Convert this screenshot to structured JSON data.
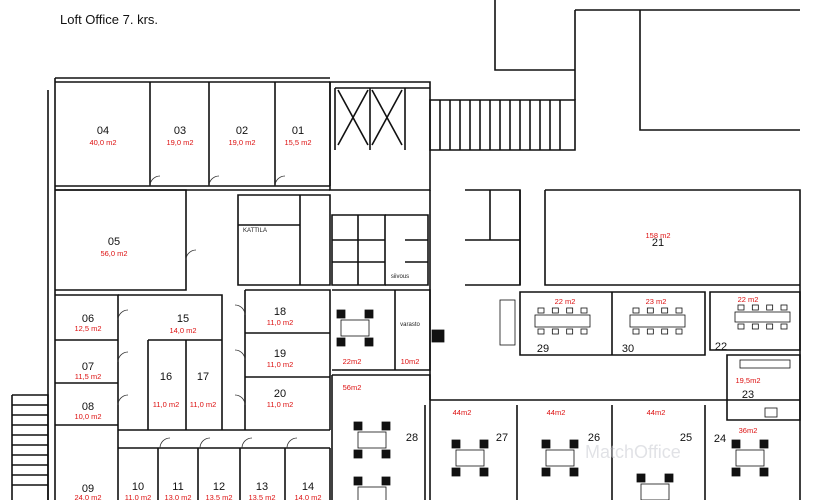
{
  "plan": {
    "title": "Loft Office 7. krs.",
    "watermark": "MatchOffice",
    "colors": {
      "wall": "#111111",
      "area": "#dd1111",
      "paper": "#ffffff"
    },
    "labels": {
      "kattila": "KATTILA",
      "siivous": "siivous",
      "varasto": "varasto"
    },
    "rooms": [
      {
        "id": "r04",
        "number": "04",
        "area": "40,0 m2"
      },
      {
        "id": "r03",
        "number": "03",
        "area": "19,0 m2"
      },
      {
        "id": "r02",
        "number": "02",
        "area": "19,0 m2"
      },
      {
        "id": "r01",
        "number": "01",
        "area": "15,5 m2"
      },
      {
        "id": "r05",
        "number": "05",
        "area": "56,0 m2"
      },
      {
        "id": "r06",
        "number": "06",
        "area": "12,5 m2"
      },
      {
        "id": "r07",
        "number": "07",
        "area": "11,5 m2"
      },
      {
        "id": "r08",
        "number": "08",
        "area": "10,0 m2"
      },
      {
        "id": "r09",
        "number": "09",
        "area": "24,0 m2"
      },
      {
        "id": "r10",
        "number": "10",
        "area": "11,0 m2"
      },
      {
        "id": "r11",
        "number": "11",
        "area": "13,0 m2"
      },
      {
        "id": "r12",
        "number": "12",
        "area": "13,5 m2"
      },
      {
        "id": "r13",
        "number": "13",
        "area": "13,5 m2"
      },
      {
        "id": "r14",
        "number": "14",
        "area": "14,0 m2"
      },
      {
        "id": "r15",
        "number": "15",
        "area": "14,0 m2"
      },
      {
        "id": "r16",
        "number": "16",
        "area": "11,0 m2"
      },
      {
        "id": "r17",
        "number": "17",
        "area": "11,0 m2"
      },
      {
        "id": "r18",
        "number": "18",
        "area": "11,0 m2"
      },
      {
        "id": "r19",
        "number": "19",
        "area": "11,0 m2"
      },
      {
        "id": "r20",
        "number": "20",
        "area": "11,0 m2"
      },
      {
        "id": "r21",
        "number": "21",
        "area": "158 m2"
      },
      {
        "id": "r22",
        "number": "22",
        "area": "22 m2"
      },
      {
        "id": "r23",
        "number": "23",
        "area": "19,5m2"
      },
      {
        "id": "r24",
        "number": "24",
        "area": "36m2"
      },
      {
        "id": "r25",
        "number": "25",
        "area": "44m2"
      },
      {
        "id": "r26",
        "number": "26",
        "area": "44m2"
      },
      {
        "id": "r27",
        "number": "27",
        "area": "44m2"
      },
      {
        "id": "r28",
        "number": "28",
        "area": "56m2"
      },
      {
        "id": "r29",
        "number": "29",
        "area": "22 m2"
      },
      {
        "id": "r30",
        "number": "30",
        "area": "23 m2"
      },
      {
        "id": "rmeet1",
        "number": "",
        "area": "22m2"
      },
      {
        "id": "rmeet2",
        "number": "",
        "area": "10m2"
      }
    ]
  }
}
